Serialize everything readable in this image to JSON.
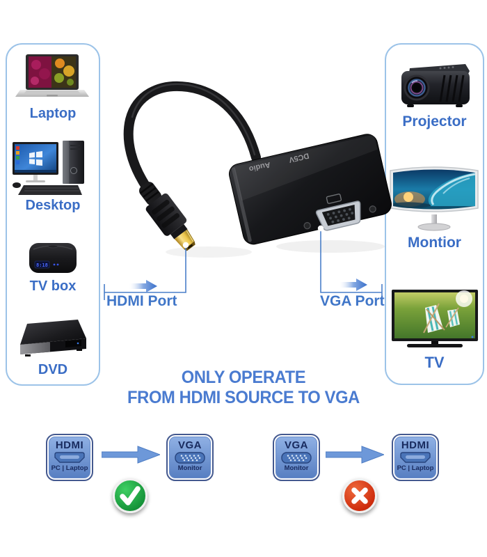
{
  "left_panel": {
    "items": [
      {
        "label": "Laptop",
        "image": "laptop-photo"
      },
      {
        "label": "Desktop",
        "image": "desktop-pc-photo"
      },
      {
        "label": "TV box",
        "image": "tv-box-photo"
      },
      {
        "label": "DVD",
        "image": "dvd-player-photo"
      }
    ]
  },
  "right_panel": {
    "items": [
      {
        "label": "Projector",
        "image": "projector-photo"
      },
      {
        "label": "Montior",
        "image": "curved-monitor-photo"
      },
      {
        "label": "TV",
        "image": "tv-photo"
      }
    ]
  },
  "adapter": {
    "audio_label": "Audio",
    "power_label": "DC5V",
    "description": "black HDMI male to VGA female adapter cable"
  },
  "callouts": {
    "hdmi_label": "HDMI Port",
    "vga_label": "VGA Port"
  },
  "notice": {
    "line1": "ONLY OPERATE",
    "line2": "FROM HDMI SOURCE TO VGA"
  },
  "flow": [
    {
      "from": {
        "title": "HDMI",
        "sub": "PC | Laptop",
        "icon": "hdmi-connector-icon"
      },
      "to": {
        "title": "VGA",
        "sub": "Monitor",
        "icon": "vga-connector-icon"
      },
      "result": "allowed",
      "result_icon": "green-check-icon"
    },
    {
      "from": {
        "title": "VGA",
        "sub": "Monitor",
        "icon": "vga-connector-icon"
      },
      "to": {
        "title": "HDMI",
        "sub": "PC | Laptop",
        "icon": "hdmi-connector-icon"
      },
      "result": "not-allowed",
      "result_icon": "red-x-icon"
    }
  ],
  "colors": {
    "label_blue": "#3a6dc5",
    "notice_blue": "#4a7bd0",
    "callout_line_blue": "#4a7fc9",
    "panel_border_blue": "#9cc3e8",
    "badge_fill_blue": "#6f95d5",
    "allowed_green": "#1fa83c",
    "denied_red": "#d5331d"
  }
}
